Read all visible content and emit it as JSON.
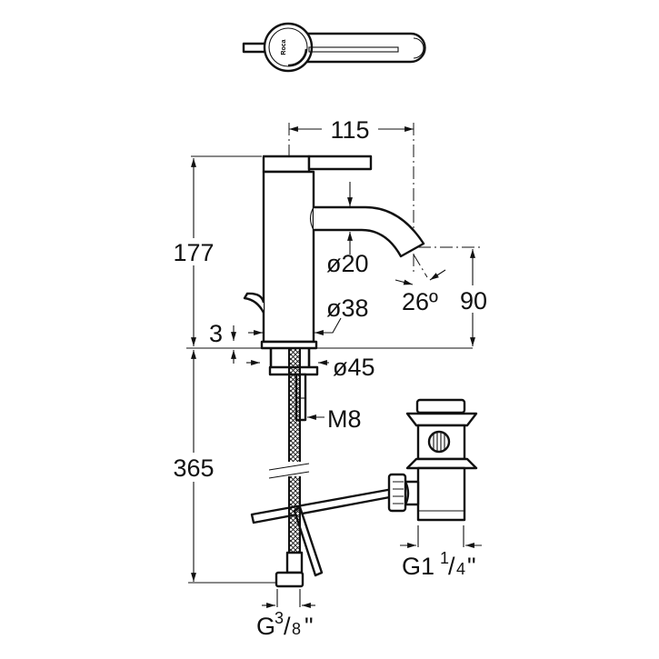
{
  "logo": "Roca",
  "dimensions": {
    "width_115": "115",
    "height_177": "177",
    "height_365": "365",
    "spout_height_90": "90",
    "spout_diameter": "ø20",
    "body_diameter": "ø38",
    "base_diameter": "ø45",
    "base_thickness": "3",
    "spout_angle": "26º",
    "rod_thread": "M8",
    "waste_thread_main": "G1",
    "waste_thread_frac_num": "1",
    "waste_thread_frac_den": "4",
    "waste_thread_suffix": "\"",
    "hose_thread_main": "G",
    "hose_thread_frac_num": "3",
    "hose_thread_frac_den": "8",
    "hose_thread_suffix": "\""
  }
}
